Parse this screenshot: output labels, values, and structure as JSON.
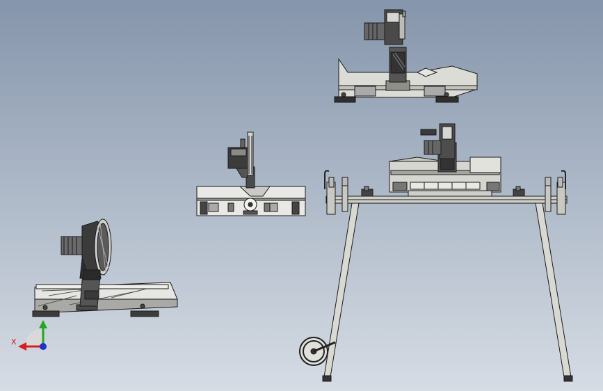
{
  "viewport": {
    "background_top": "#8595ab",
    "background_bottom": "#d6dce4"
  },
  "triad": {
    "x_label": "X",
    "x_color": "#d42020",
    "y_color": "#1fa81f",
    "z_color": "#2030c8"
  },
  "views": [
    {
      "name": "isometric-view",
      "icon": "miter-saw-isometric"
    },
    {
      "name": "front-view",
      "icon": "miter-saw-front"
    },
    {
      "name": "top-view",
      "icon": "miter-saw-top"
    },
    {
      "name": "stand-assembly-view",
      "icon": "miter-saw-on-stand"
    }
  ],
  "colors": {
    "part_fill": "#d9d9d4",
    "part_dark": "#3a3a3a",
    "outline": "#1a1a1a",
    "accent_yellow": "#c8b400"
  }
}
